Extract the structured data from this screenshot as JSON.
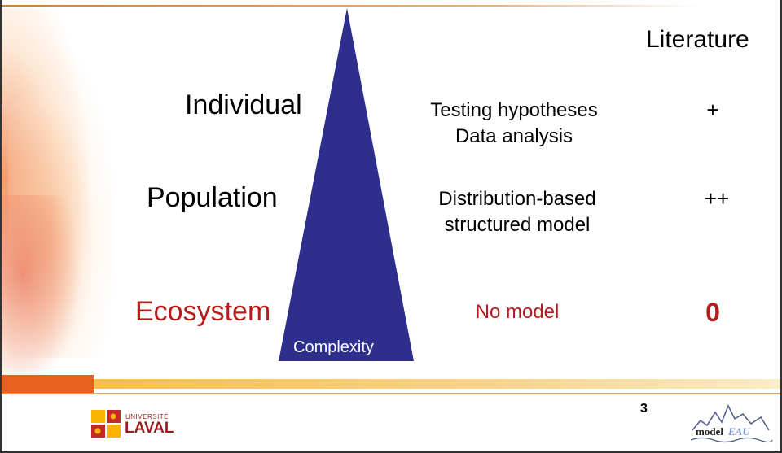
{
  "levels": {
    "individual": "Individual",
    "population": "Population",
    "ecosystem": "Ecosystem"
  },
  "descriptions": {
    "individual_line1": "Testing hypotheses",
    "individual_line2": "Data analysis",
    "population_line1": "Distribution-based",
    "population_line2": "structured model",
    "ecosystem": "No model"
  },
  "literature": {
    "header": "Literature",
    "individual": "+",
    "population": "++",
    "ecosystem": "0"
  },
  "pyramid": {
    "label": "Complexity",
    "color": "#2e2f8c"
  },
  "footer": {
    "university_small": "UNIVERSITÉ",
    "university_big": "LAVAL",
    "page_number": "3",
    "modeleau_logo_text": "model EAU"
  },
  "colors": {
    "highlight_red": "#b71c1c",
    "band_orange": "#e8601c",
    "band_yellow": "#f6c04a"
  }
}
